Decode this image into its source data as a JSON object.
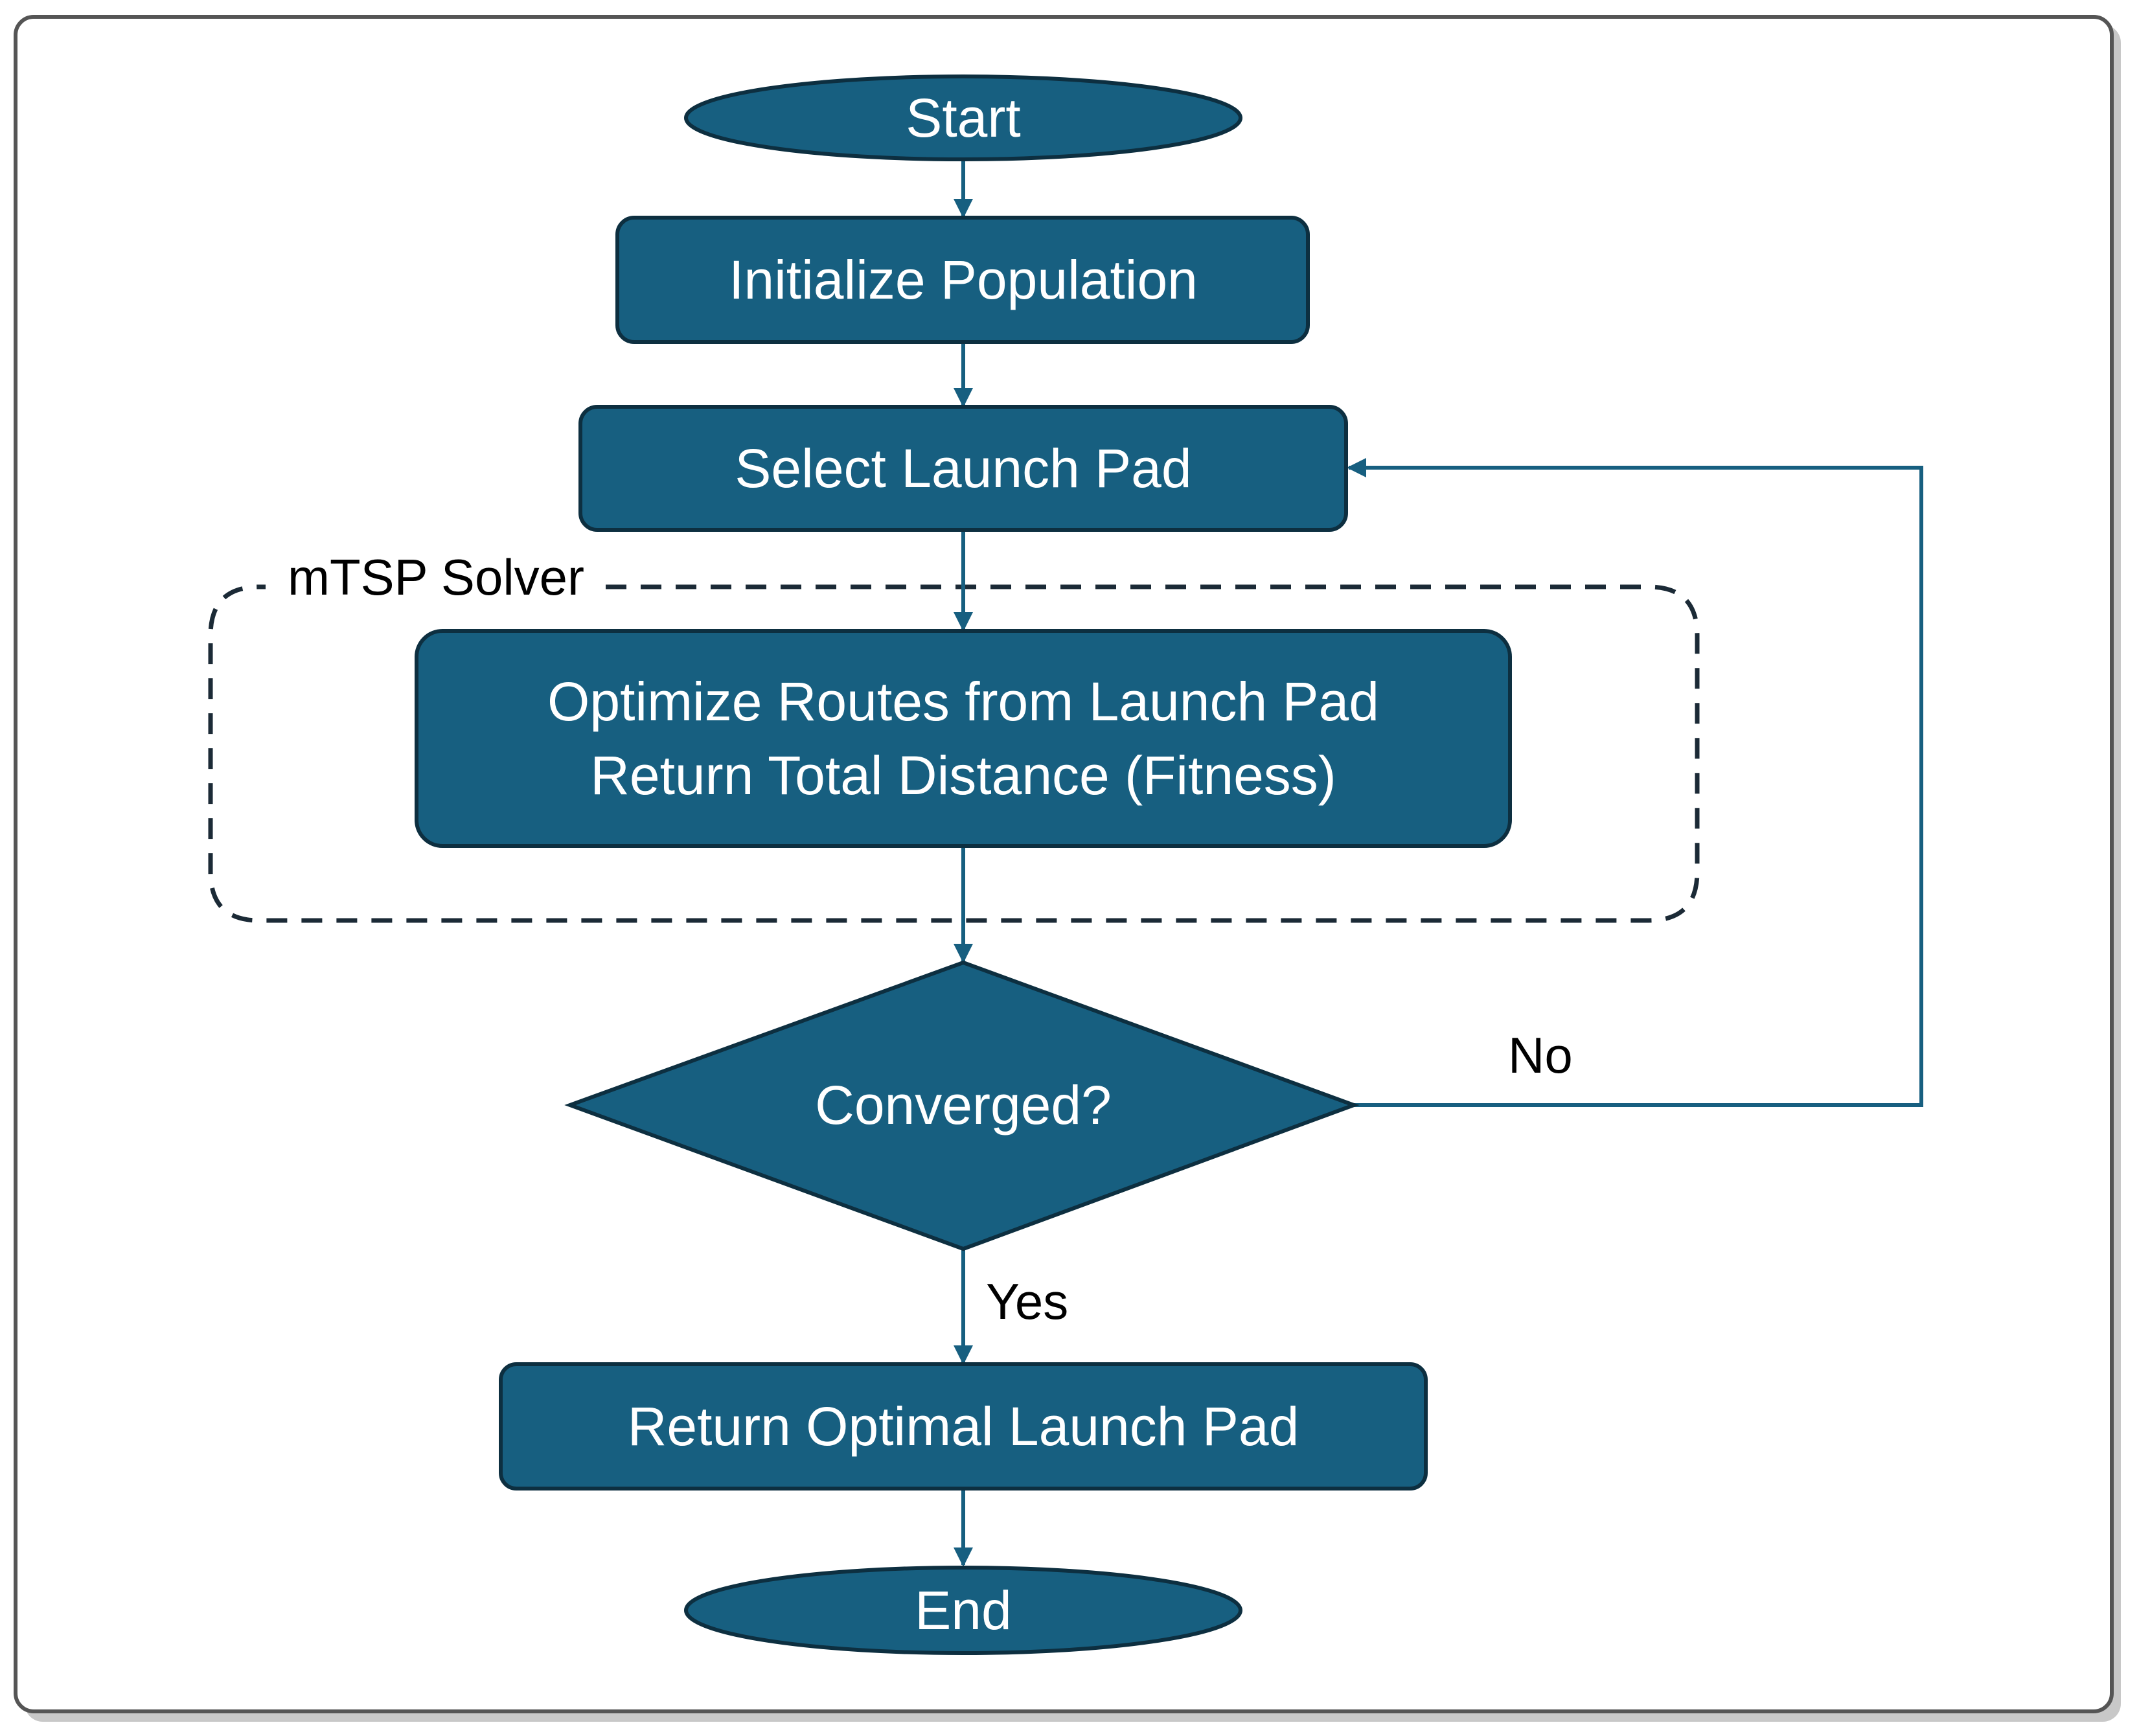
{
  "colors": {
    "node_fill": "#175f80",
    "node_stroke": "#0d2f40",
    "edge": "#175f80",
    "group_stroke": "#1b2a36",
    "frame_stroke": "#555555",
    "frame_shadow": "#c8c8c8"
  },
  "nodes": {
    "start": "Start",
    "init": "Initialize Population",
    "select": "Select Launch Pad",
    "optimize_line1": "Optimize Routes from Launch Pad",
    "optimize_line2": "Return Total Distance (Fitness)",
    "decision": "Converged?",
    "result": "Return Optimal Launch Pad",
    "end": "End"
  },
  "group": {
    "label": "mTSP Solver"
  },
  "edges": {
    "no_label": "No",
    "yes_label": "Yes"
  }
}
